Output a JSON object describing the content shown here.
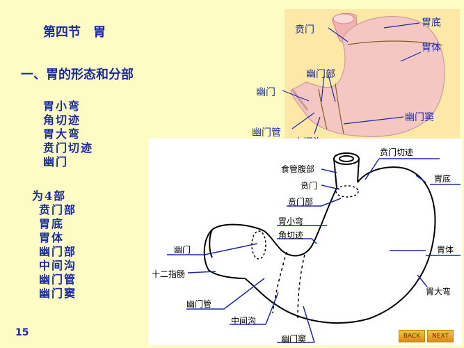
{
  "title": {
    "section": "第四节",
    "topic": "胃"
  },
  "subtitle": "一、胃的形态和分部",
  "features": [
    "胃小弯",
    "角切迹",
    "胃大弯",
    "贲门切迹",
    "幽门"
  ],
  "parts_heading": "为4部",
  "parts": [
    "贲门部",
    "胃底",
    "胃体",
    "幽门部",
    "中间沟",
    "幽门管",
    "幽门窦"
  ],
  "page_number": "15",
  "nav": {
    "back": "BACK",
    "next": "NEXT"
  },
  "diagram1": {
    "labels": {
      "cardia": "贲门",
      "fundus": "胃底",
      "body": "胃体",
      "pyloric_part": "幽门部",
      "pylorus": "幽门",
      "pyloric_antrum": "幽门窦",
      "pyloric_canal": "幽门管",
      "intermediate_sulcus": "中间沟"
    }
  },
  "diagram2": {
    "labels": {
      "cardiac_notch": "贲门切迹",
      "abdominal_esophagus": "食管腹部",
      "cardia": "贲门",
      "fundus": "胃底",
      "cardiac_part": "贲门部",
      "lesser_curvature": "胃小弯",
      "angular_incisure": "角切迹",
      "pylorus": "幽门",
      "body": "胃体",
      "duodenum": "十二指肠",
      "greater_curvature": "胃大弯",
      "pyloric_canal": "幽门管",
      "intermediate_sulcus": "中间沟",
      "pyloric_antrum": "幽门窦"
    }
  }
}
